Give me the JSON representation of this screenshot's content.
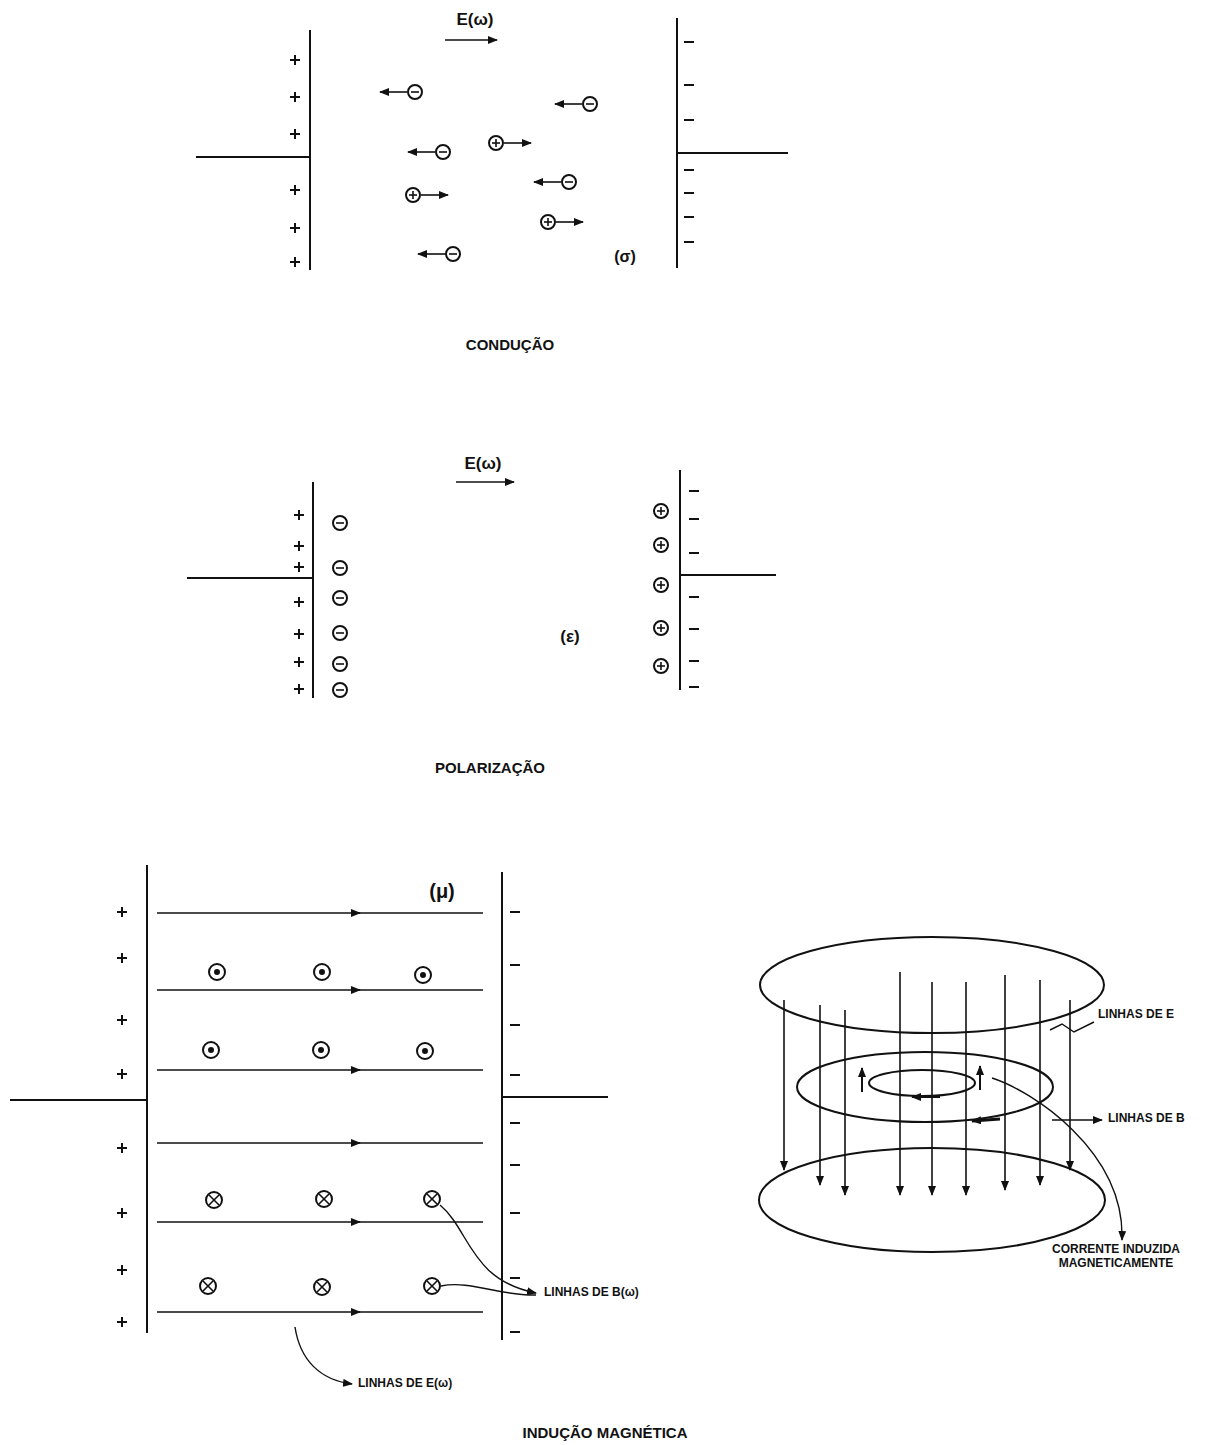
{
  "diagram": {
    "labels": [
      "E(ω)",
      "(σ)",
      "CONDUÇÃO",
      "E(ω)",
      "(ε)",
      "POLARIZAÇÃO",
      "(μ)",
      "LINHAS DE E",
      "LINHAS DE B",
      "LINHAS DE B(ω)",
      "CORRENTE INDUZIDA MAGNETICAMENTE",
      "LINHAS DE E(ω)",
      "INDUÇÃO MAGNÉTICA"
    ]
  }
}
